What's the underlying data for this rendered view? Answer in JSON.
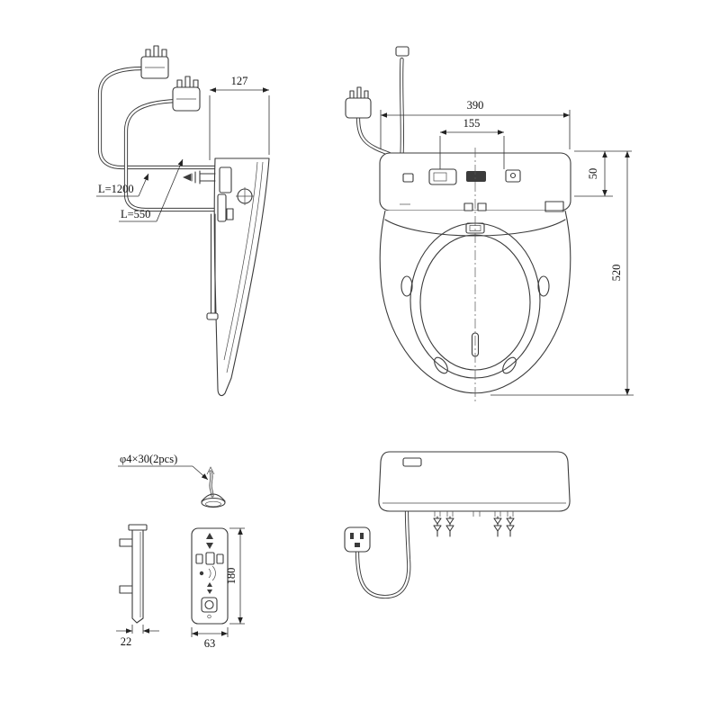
{
  "drawing": {
    "background": "#ffffff",
    "line_color": "#3b3b3b",
    "labels": {
      "dim_127": "127",
      "hose_length": "L=1200",
      "cord_length": "L=550",
      "dim_390": "390",
      "dim_155": "155",
      "dim_50": "50",
      "dim_520": "520",
      "screw_spec": "φ4×30(2pcs)",
      "dim_22": "22",
      "dim_180": "180",
      "dim_63": "63"
    }
  }
}
